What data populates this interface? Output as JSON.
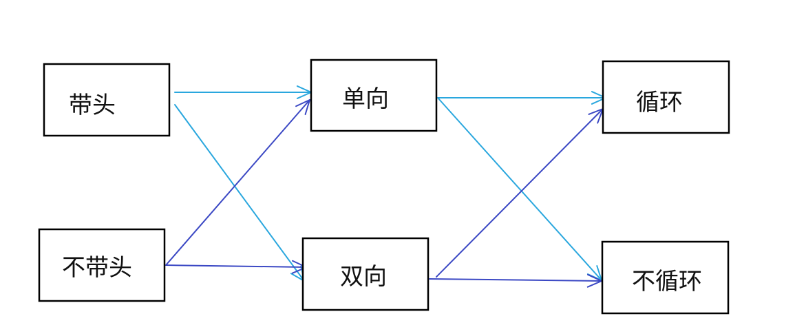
{
  "diagram": {
    "nodes": {
      "daitou": "带头",
      "budaitou": "不带头",
      "danxiang": "单向",
      "shuangxiang": "双向",
      "xunhuan": "循环",
      "buxunhuan": "不循环"
    },
    "edges": [
      {
        "from": "daitou",
        "to": "danxiang",
        "color": "#2aa7de"
      },
      {
        "from": "daitou",
        "to": "shuangxiang",
        "color": "#2aa7de"
      },
      {
        "from": "budaitou",
        "to": "danxiang",
        "color": "#3b48c4"
      },
      {
        "from": "budaitou",
        "to": "shuangxiang",
        "color": "#3b48c4"
      },
      {
        "from": "danxiang",
        "to": "xunhuan",
        "color": "#2aa7de"
      },
      {
        "from": "danxiang",
        "to": "buxunhuan",
        "color": "#2aa7de"
      },
      {
        "from": "shuangxiang",
        "to": "xunhuan",
        "color": "#3b48c4"
      },
      {
        "from": "shuangxiang",
        "to": "buxunhuan",
        "color": "#3b48c4"
      }
    ]
  }
}
